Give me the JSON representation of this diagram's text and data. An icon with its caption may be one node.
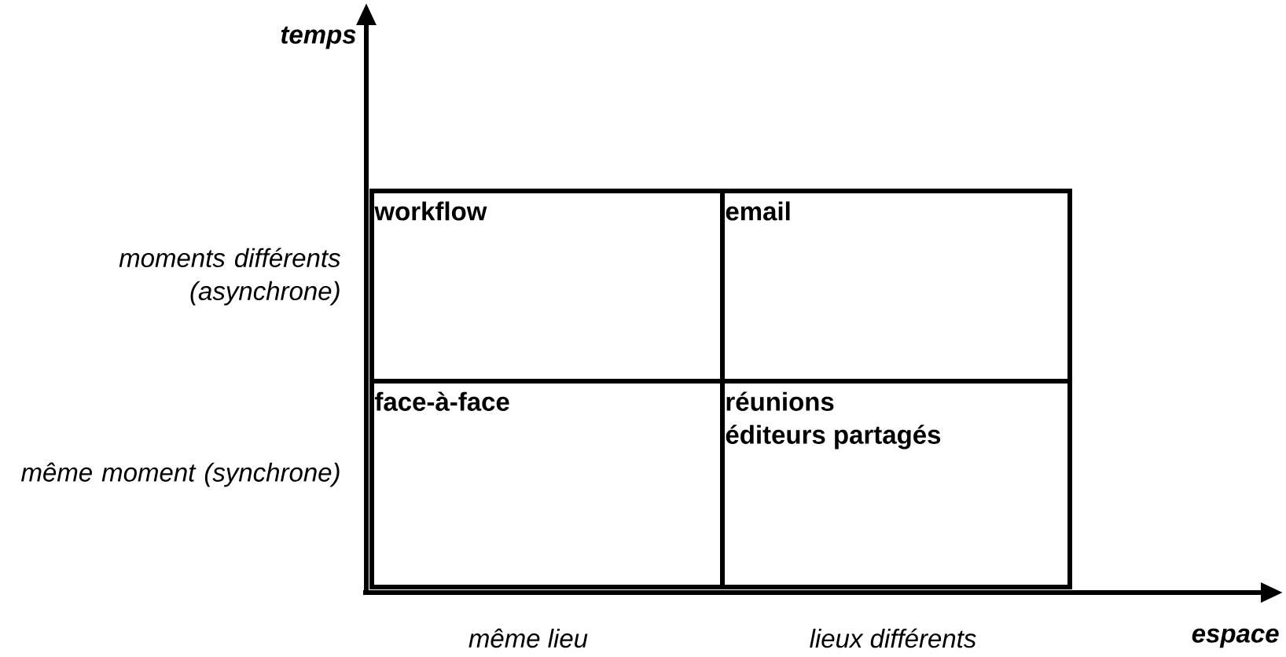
{
  "diagram": {
    "nodes": [
      {
        "text": [
          "workflow"
        ]
      },
      {
        "text": [
          "email"
        ]
      },
      {
        "text": [
          "face-à-face"
        ]
      },
      {
        "text": [
          "réunions",
          "éditeurs partagés"
        ]
      }
    ],
    "labels": [
      "temps",
      "moments différents (asynchrone)",
      "même moment (synchrone)",
      "même lieu",
      "lieux différents",
      "espace"
    ]
  }
}
